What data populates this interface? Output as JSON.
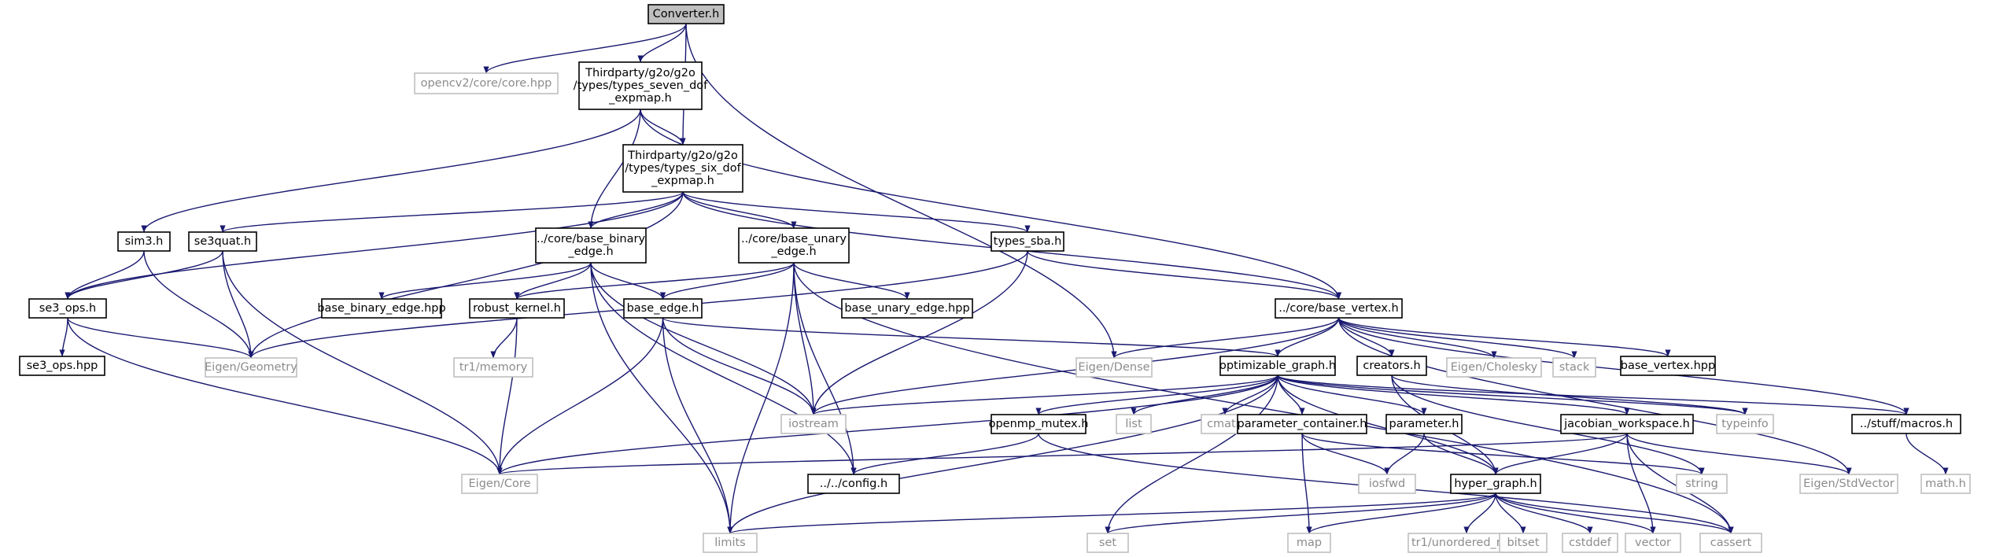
{
  "colors": {
    "edge": "#191970",
    "node_border": "#000000",
    "external_border": "#bfbfbf",
    "external_text": "#8c8c8c",
    "root_fill": "#bfbfbf",
    "text": "#000000"
  },
  "nodes": [
    {
      "id": "converter",
      "label": "Converter.h",
      "kind": "root"
    },
    {
      "id": "opencv",
      "label": "opencv2/core/core.hpp",
      "kind": "external"
    },
    {
      "id": "seven",
      "label": "Thirdparty/g2o/g2o /types/types_seven_dof _expmap.h",
      "kind": "internal"
    },
    {
      "id": "six",
      "label": "Thirdparty/g2o/g2o /types/types_six_dof _expmap.h",
      "kind": "internal"
    },
    {
      "id": "sim3",
      "label": "sim3.h",
      "kind": "internal"
    },
    {
      "id": "se3quat",
      "label": "se3quat.h",
      "kind": "internal"
    },
    {
      "id": "binary_edge",
      "label": "../core/base_binary _edge.h",
      "kind": "internal"
    },
    {
      "id": "unary_edge",
      "label": "../core/base_unary _edge.h",
      "kind": "internal"
    },
    {
      "id": "types_sba",
      "label": "types_sba.h",
      "kind": "internal"
    },
    {
      "id": "se3_ops_h",
      "label": "se3_ops.h",
      "kind": "internal"
    },
    {
      "id": "base_binary_edge_hpp",
      "label": "base_binary_edge.hpp",
      "kind": "internal"
    },
    {
      "id": "robust_kernel",
      "label": "robust_kernel.h",
      "kind": "internal"
    },
    {
      "id": "base_edge",
      "label": "base_edge.h",
      "kind": "internal"
    },
    {
      "id": "base_unary_edge_hpp",
      "label": "base_unary_edge.hpp",
      "kind": "internal"
    },
    {
      "id": "base_vertex",
      "label": "../core/base_vertex.h",
      "kind": "internal"
    },
    {
      "id": "se3_ops_hpp",
      "label": "se3_ops.hpp",
      "kind": "internal"
    },
    {
      "id": "eigen_geometry",
      "label": "Eigen/Geometry",
      "kind": "external"
    },
    {
      "id": "tr1_memory",
      "label": "tr1/memory",
      "kind": "external"
    },
    {
      "id": "eigen_dense",
      "label": "Eigen/Dense",
      "kind": "external"
    },
    {
      "id": "optimizable_graph",
      "label": "optimizable_graph.h",
      "kind": "internal"
    },
    {
      "id": "creators",
      "label": "creators.h",
      "kind": "internal"
    },
    {
      "id": "eigen_cholesky",
      "label": "Eigen/Cholesky",
      "kind": "external"
    },
    {
      "id": "stack",
      "label": "stack",
      "kind": "external"
    },
    {
      "id": "base_vertex_hpp",
      "label": "base_vertex.hpp",
      "kind": "internal"
    },
    {
      "id": "iostream",
      "label": "iostream",
      "kind": "external"
    },
    {
      "id": "openmp_mutex",
      "label": "openmp_mutex.h",
      "kind": "internal"
    },
    {
      "id": "list",
      "label": "list",
      "kind": "external"
    },
    {
      "id": "cmath",
      "label": "cmath",
      "kind": "external"
    },
    {
      "id": "parameter_container",
      "label": "parameter_container.h",
      "kind": "internal"
    },
    {
      "id": "parameter",
      "label": "parameter.h",
      "kind": "internal"
    },
    {
      "id": "jacobian_workspace",
      "label": "jacobian_workspace.h",
      "kind": "internal"
    },
    {
      "id": "typeinfo",
      "label": "typeinfo",
      "kind": "external"
    },
    {
      "id": "macros",
      "label": "../stuff/macros.h",
      "kind": "internal"
    },
    {
      "id": "eigen_core",
      "label": "Eigen/Core",
      "kind": "external"
    },
    {
      "id": "config",
      "label": "../../config.h",
      "kind": "internal"
    },
    {
      "id": "iosfwd",
      "label": "iosfwd",
      "kind": "external"
    },
    {
      "id": "hyper_graph",
      "label": "hyper_graph.h",
      "kind": "internal"
    },
    {
      "id": "string",
      "label": "string",
      "kind": "external"
    },
    {
      "id": "eigen_stdvector",
      "label": "Eigen/StdVector",
      "kind": "external"
    },
    {
      "id": "math_h",
      "label": "math.h",
      "kind": "external"
    },
    {
      "id": "limits",
      "label": "limits",
      "kind": "external"
    },
    {
      "id": "set",
      "label": "set",
      "kind": "external"
    },
    {
      "id": "map",
      "label": "map",
      "kind": "external"
    },
    {
      "id": "tr1_unordered_map",
      "label": "tr1/unordered_map",
      "kind": "external"
    },
    {
      "id": "bitset",
      "label": "bitset",
      "kind": "external"
    },
    {
      "id": "cstddef",
      "label": "cstddef",
      "kind": "external"
    },
    {
      "id": "vector",
      "label": "vector",
      "kind": "external"
    },
    {
      "id": "cassert",
      "label": "cassert",
      "kind": "external"
    }
  ],
  "edges": [
    [
      "converter",
      "opencv"
    ],
    [
      "converter",
      "seven"
    ],
    [
      "converter",
      "six"
    ],
    [
      "converter",
      "eigen_dense"
    ],
    [
      "seven",
      "six"
    ],
    [
      "seven",
      "sim3"
    ],
    [
      "seven",
      "binary_edge"
    ],
    [
      "seven",
      "base_vertex"
    ],
    [
      "six",
      "se3quat"
    ],
    [
      "six",
      "binary_edge"
    ],
    [
      "six",
      "unary_edge"
    ],
    [
      "six",
      "types_sba"
    ],
    [
      "six",
      "se3_ops_h"
    ],
    [
      "six",
      "eigen_geometry"
    ],
    [
      "six",
      "base_vertex"
    ],
    [
      "sim3",
      "se3_ops_h"
    ],
    [
      "sim3",
      "eigen_geometry"
    ],
    [
      "se3quat",
      "se3_ops_h"
    ],
    [
      "se3quat",
      "eigen_geometry"
    ],
    [
      "se3quat",
      "eigen_core"
    ],
    [
      "se3_ops_h",
      "se3_ops_hpp"
    ],
    [
      "se3_ops_h",
      "eigen_geometry"
    ],
    [
      "se3_ops_h",
      "eigen_core"
    ],
    [
      "binary_edge",
      "base_binary_edge_hpp"
    ],
    [
      "binary_edge",
      "robust_kernel"
    ],
    [
      "binary_edge",
      "base_edge"
    ],
    [
      "binary_edge",
      "iostream"
    ],
    [
      "binary_edge",
      "limits"
    ],
    [
      "binary_edge",
      "config"
    ],
    [
      "unary_edge",
      "base_unary_edge_hpp"
    ],
    [
      "unary_edge",
      "robust_kernel"
    ],
    [
      "unary_edge",
      "base_edge"
    ],
    [
      "unary_edge",
      "iostream"
    ],
    [
      "unary_edge",
      "limits"
    ],
    [
      "unary_edge",
      "config"
    ],
    [
      "unary_edge",
      "cassert"
    ],
    [
      "types_sba",
      "base_vertex"
    ],
    [
      "types_sba",
      "eigen_geometry"
    ],
    [
      "types_sba",
      "iostream"
    ],
    [
      "robust_kernel",
      "tr1_memory"
    ],
    [
      "robust_kernel",
      "eigen_core"
    ],
    [
      "base_edge",
      "optimizable_graph"
    ],
    [
      "base_edge",
      "iostream"
    ],
    [
      "base_edge",
      "limits"
    ],
    [
      "base_edge",
      "eigen_core"
    ],
    [
      "base_vertex",
      "optimizable_graph"
    ],
    [
      "base_vertex",
      "creators"
    ],
    [
      "base_vertex",
      "eigen_dense"
    ],
    [
      "base_vertex",
      "eigen_cholesky"
    ],
    [
      "base_vertex",
      "stack"
    ],
    [
      "base_vertex",
      "base_vertex_hpp"
    ],
    [
      "base_vertex",
      "eigen_stdvector"
    ],
    [
      "base_vertex",
      "macros"
    ],
    [
      "base_vertex",
      "iostream"
    ],
    [
      "optimizable_graph",
      "iostream"
    ],
    [
      "optimizable_graph",
      "openmp_mutex"
    ],
    [
      "optimizable_graph",
      "list"
    ],
    [
      "optimizable_graph",
      "cmath"
    ],
    [
      "optimizable_graph",
      "parameter_container"
    ],
    [
      "optimizable_graph",
      "parameter"
    ],
    [
      "optimizable_graph",
      "jacobian_workspace"
    ],
    [
      "optimizable_graph",
      "typeinfo"
    ],
    [
      "optimizable_graph",
      "macros"
    ],
    [
      "optimizable_graph",
      "eigen_core"
    ],
    [
      "optimizable_graph",
      "hyper_graph"
    ],
    [
      "optimizable_graph",
      "limits"
    ],
    [
      "optimizable_graph",
      "set"
    ],
    [
      "creators",
      "hyper_graph"
    ],
    [
      "creators",
      "typeinfo"
    ],
    [
      "creators",
      "string"
    ],
    [
      "openmp_mutex",
      "config"
    ],
    [
      "openmp_mutex",
      "cassert"
    ],
    [
      "parameter_container",
      "map"
    ],
    [
      "parameter_container",
      "iosfwd"
    ],
    [
      "parameter_container",
      "string"
    ],
    [
      "parameter",
      "iosfwd"
    ],
    [
      "parameter",
      "hyper_graph"
    ],
    [
      "jacobian_workspace",
      "eigen_core"
    ],
    [
      "jacobian_workspace",
      "eigen_stdvector"
    ],
    [
      "jacobian_workspace",
      "hyper_graph"
    ],
    [
      "jacobian_workspace",
      "vector"
    ],
    [
      "jacobian_workspace",
      "cassert"
    ],
    [
      "macros",
      "math_h"
    ],
    [
      "hyper_graph",
      "limits"
    ],
    [
      "hyper_graph",
      "set"
    ],
    [
      "hyper_graph",
      "map"
    ],
    [
      "hyper_graph",
      "tr1_unordered_map"
    ],
    [
      "hyper_graph",
      "bitset"
    ],
    [
      "hyper_graph",
      "cstddef"
    ],
    [
      "hyper_graph",
      "vector"
    ],
    [
      "hyper_graph",
      "cassert"
    ]
  ]
}
